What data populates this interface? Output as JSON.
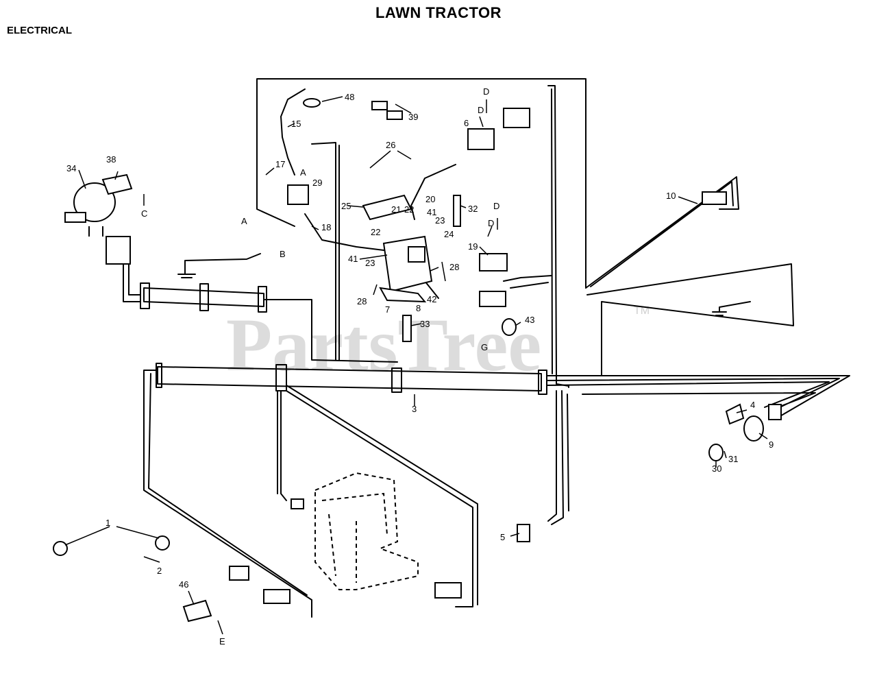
{
  "header": {
    "title": "LAWN TRACTOR",
    "section": "ELECTRICAL"
  },
  "watermark": {
    "text": "PartsTree",
    "mark": "TM"
  },
  "callouts": {
    "p1": "1",
    "p2": "2",
    "p3": "3",
    "p4": "4",
    "p5": "5",
    "p6": "6",
    "p7": "7",
    "p8": "8",
    "p9": "9",
    "p10": "10",
    "p15": "15",
    "p17": "17",
    "p18": "18",
    "p19": "19",
    "p20": "20",
    "p21": "21",
    "p22a": "22",
    "p22b": "22",
    "p23a": "23",
    "p23b": "23",
    "p24": "24",
    "p25": "25",
    "p26": "26",
    "p28a": "28",
    "p28b": "28",
    "p29": "29",
    "p30": "30",
    "p31": "31",
    "p32": "32",
    "p33": "33",
    "p34": "34",
    "p38": "38",
    "p39": "39",
    "p41a": "41",
    "p41b": "41",
    "p42": "42",
    "p43": "43",
    "p46": "46",
    "p48": "48"
  },
  "connectors": {
    "A": "A",
    "A1": "A",
    "B1": "B",
    "C": "C",
    "D1": "D",
    "D2": "D",
    "D3": "D",
    "D4": "D",
    "E": "E",
    "G": "G"
  },
  "colors": {
    "line": "#000000",
    "watermark": "#dcdcdc",
    "background": "#ffffff"
  }
}
